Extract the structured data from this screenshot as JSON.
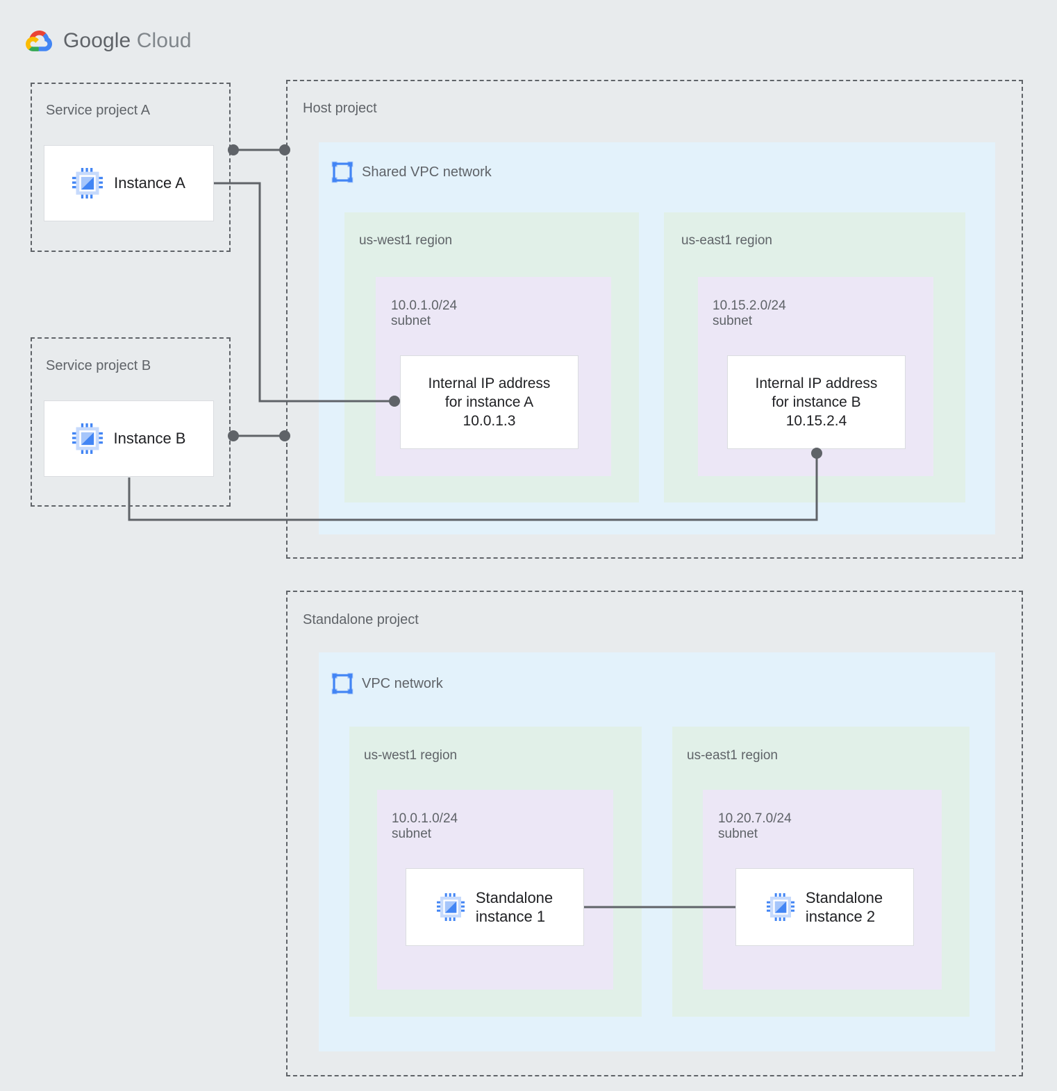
{
  "brand": {
    "name_bold": "Google",
    "name_light": "Cloud",
    "logo_icon": "google-cloud-logo",
    "colors": {
      "red": "#ea4335",
      "blue": "#4285f4",
      "yellow": "#fbbc04",
      "green": "#34a853",
      "text": "#5f6368"
    }
  },
  "palette": {
    "background": "#e8ebed",
    "project_border": "#5f6368",
    "vpc_fill": "#e3f2fb",
    "region_fill": "#e1f0e8",
    "subnet_fill": "#ece7f6",
    "card_fill": "#ffffff",
    "card_border": "#dadce0",
    "wire": "#5f6368",
    "icon_blue": "#4285f4",
    "icon_blue_light": "#a6c6fb"
  },
  "projects": {
    "service_a": {
      "label": "Service project A"
    },
    "service_b": {
      "label": "Service project B"
    },
    "host": {
      "label": "Host project"
    },
    "standalone": {
      "label": "Standalone project"
    }
  },
  "instances": {
    "a": {
      "label": "Instance A",
      "icon": "compute-instance-icon"
    },
    "b": {
      "label": "Instance B",
      "icon": "compute-instance-icon"
    },
    "standalone_1": {
      "label": "Standalone\ninstance 1",
      "icon": "compute-instance-icon"
    },
    "standalone_2": {
      "label": "Standalone\ninstance 2",
      "icon": "compute-instance-icon"
    }
  },
  "shared_vpc": {
    "title": "Shared VPC network",
    "icon": "vpc-network-icon",
    "regions": [
      {
        "label": "us-west1 region",
        "subnet": {
          "label": "10.0.1.0/24\nsubnet"
        },
        "card": {
          "text": "Internal IP address\nfor instance A\n10.0.1.3"
        }
      },
      {
        "label": "us-east1 region",
        "subnet": {
          "label": "10.15.2.0/24\nsubnet"
        },
        "card": {
          "text": "Internal IP address\nfor instance B\n10.15.2.4"
        }
      }
    ]
  },
  "standalone_vpc": {
    "title": "VPC network",
    "icon": "vpc-network-icon",
    "regions": [
      {
        "label": "us-west1 region",
        "subnet": {
          "label": "10.0.1.0/24\nsubnet"
        }
      },
      {
        "label": "us-east1 region",
        "subnet": {
          "label": "10.20.7.0/24\nsubnet"
        }
      }
    ]
  }
}
